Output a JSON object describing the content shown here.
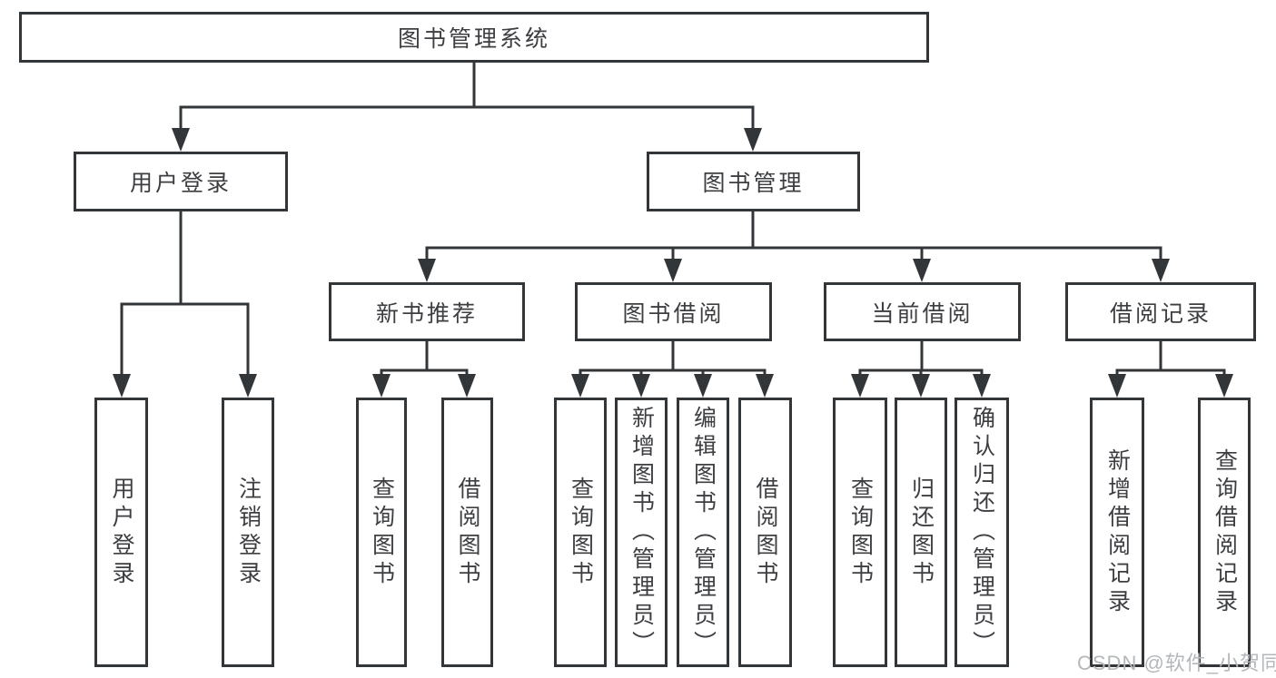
{
  "diagram_title": "图书管理系统",
  "tree": {
    "root": {
      "label": "图书管理系统",
      "children": [
        {
          "label": "用户登录",
          "children": [
            {
              "label": "用户登录"
            },
            {
              "label": "注销登录"
            }
          ]
        },
        {
          "label": "图书管理",
          "children": [
            {
              "label": "新书推荐",
              "children": [
                {
                  "label": "查询图书"
                },
                {
                  "label": "借阅图书"
                }
              ]
            },
            {
              "label": "图书借阅",
              "children": [
                {
                  "label": "查询图书"
                },
                {
                  "label": "新增图书（管理员）"
                },
                {
                  "label": "编辑图书（管理员）"
                },
                {
                  "label": "借阅图书"
                }
              ]
            },
            {
              "label": "当前借阅",
              "children": [
                {
                  "label": "查询图书"
                },
                {
                  "label": "归还图书"
                },
                {
                  "label": "确认归还（管理员）"
                }
              ]
            },
            {
              "label": "借阅记录",
              "children": [
                {
                  "label": "新增借阅记录"
                },
                {
                  "label": "查询借阅记录"
                }
              ]
            }
          ]
        }
      ]
    }
  },
  "watermark": {
    "text": "CSDN @软件_小贺同学"
  },
  "colors": {
    "line": "#333639",
    "box_border": "#333639",
    "text": "#3c3e42",
    "background": "#ffffff",
    "watermark_text": "#b4b7ba"
  }
}
